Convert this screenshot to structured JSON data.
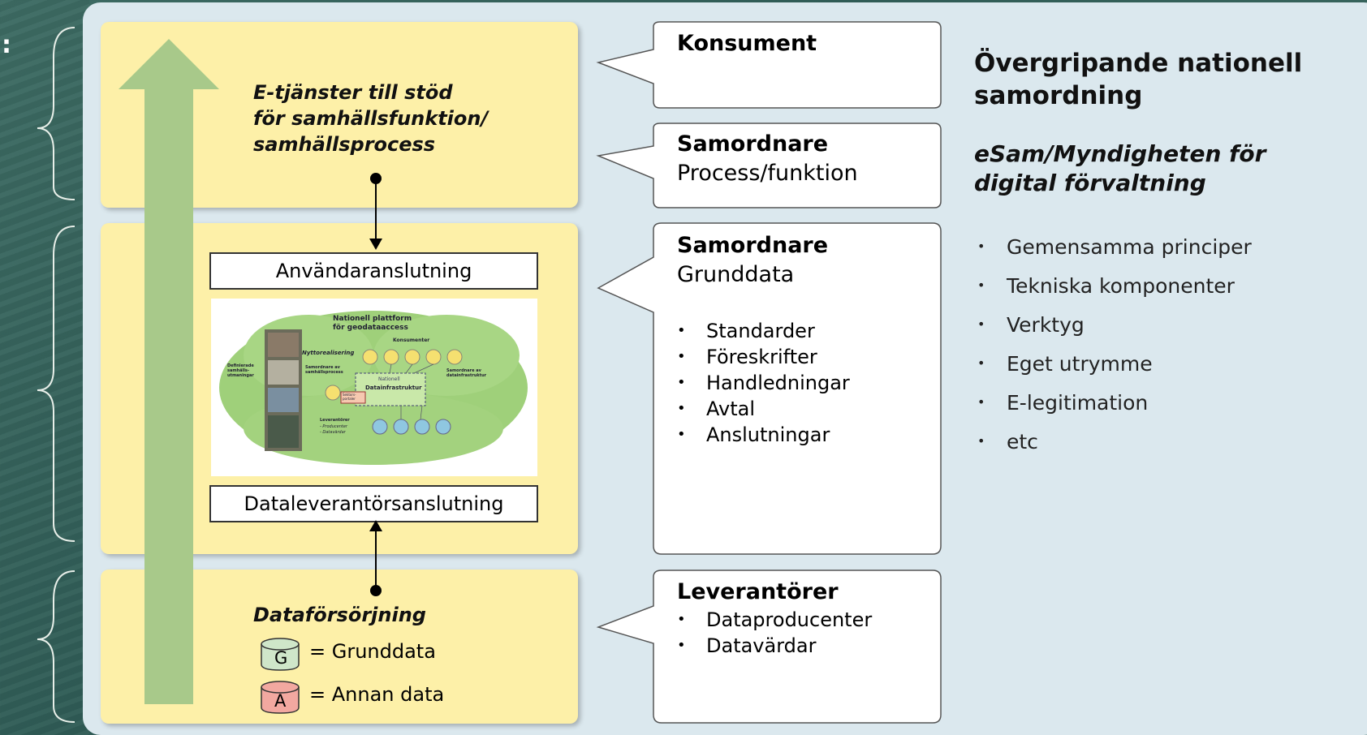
{
  "left_edge_glyph": ":",
  "levels": {
    "top": {
      "title_lines": [
        "E-tjänster till stöd",
        "för samhällsfunktion/",
        "samhällsprocess"
      ]
    },
    "middle": {
      "user_connection": "Användaranslutning",
      "provider_connection": "Dataleverantörsanslutning",
      "embedded_diagram": {
        "title_line1": "Nationell plattform",
        "title_line2": "för geodataaccess",
        "konsumenter": "Konsumenter",
        "nyttorealisering": "Nyttorealisering",
        "definierade": "Definierade samhälls-utmaningar",
        "samordnare_process": "Samordnare av samhällsprocess",
        "sektorsportaler": "Sektors-portaler",
        "nationell": "Nationell",
        "datainfrastruktur": "Datainfrastruktur",
        "samordnare_infra": "Samordnare av datainfrastruktur",
        "leverantorer": "Leverantörer",
        "producenter": "- Producenter",
        "datavardar": "- Datavärdar"
      }
    },
    "bottom": {
      "title": "Dataförsörjning",
      "legend": [
        {
          "letter": "G",
          "label": "= Grunddata",
          "color": "#cfe6c9"
        },
        {
          "letter": "A",
          "label": "= Annan data",
          "color": "#f2a8a0"
        }
      ]
    }
  },
  "callouts": {
    "konsument": {
      "title": "Konsument"
    },
    "samordnare_process": {
      "title": "Samordnare",
      "subtitle": "Process/funktion"
    },
    "samordnare_grunddata": {
      "title": "Samordnare",
      "subtitle": "Grunddata",
      "items": [
        "Standarder",
        "Föreskrifter",
        "Handledningar",
        "Avtal",
        "Anslutningar"
      ]
    },
    "leverantorer": {
      "title": "Leverantörer",
      "items": [
        "Dataproducenter",
        "Datavärdar"
      ]
    }
  },
  "right_column": {
    "title": "Övergripande nationell samordning",
    "subtitle": "eSam/Myndigheten för digital förvaltning",
    "items": [
      "Gemensamma principer",
      "Tekniska komponenter",
      "Verktyg",
      "Eget utrymme",
      "E-legitimation",
      "etc"
    ]
  },
  "colors": {
    "panel": "#dbe8ee",
    "yellow_box": "#fdf0a8",
    "arrow": "#a8c98a",
    "background": "#3d6b63"
  }
}
